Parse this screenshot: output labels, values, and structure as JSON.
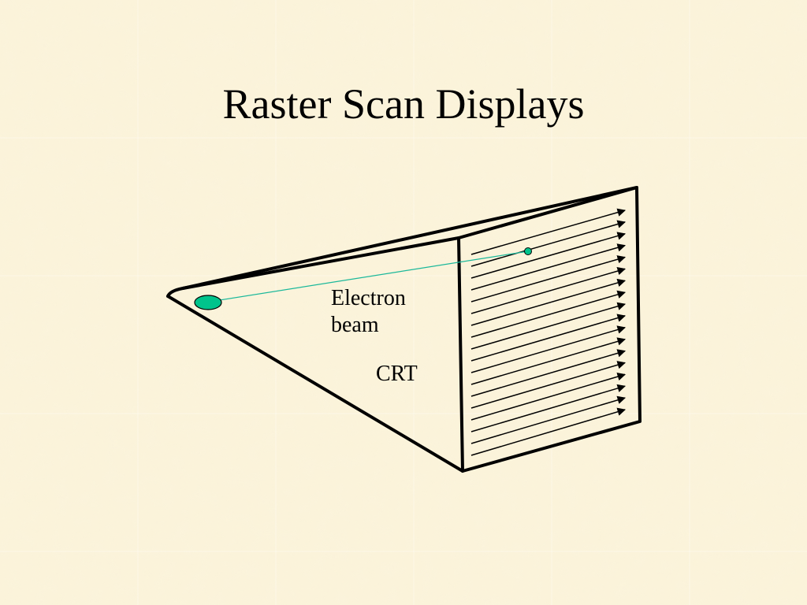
{
  "slide": {
    "title": "Raster Scan Displays",
    "background_color": "#fbf3d9"
  },
  "diagram": {
    "labels": {
      "electron_beam_line1": "Electron",
      "electron_beam_line2": "beam",
      "crt": "CRT"
    },
    "colors": {
      "outline": "#000000",
      "electron_gun": "#00c48c",
      "beam": "#1ab89a",
      "scan_line": "#000000"
    },
    "scan_line_count": 18,
    "icons": [
      "electron-gun-icon",
      "beam-spot-icon",
      "arrowhead-icon"
    ]
  }
}
